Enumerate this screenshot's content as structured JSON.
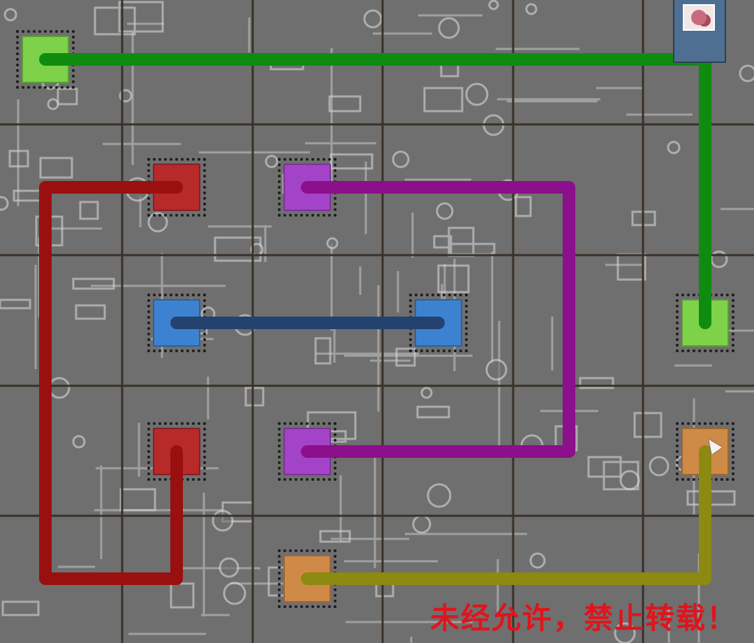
{
  "game": {
    "watermark": "未经允许，禁止转载！",
    "background": "circuit-board-grayscale",
    "grid": {
      "rows": 5,
      "cols": 6,
      "line_color": "#3a3128"
    }
  },
  "thumbnail": {
    "icon": "flower-photo-icon"
  },
  "nodes": [
    {
      "name": "node-green-top-left",
      "color": "#7dd24a",
      "cell": [
        0,
        0
      ]
    },
    {
      "name": "node-green-right",
      "color": "#7dd24a",
      "cell": [
        2,
        5
      ]
    },
    {
      "name": "node-red-top",
      "color": "#b62a2a",
      "cell": [
        1,
        1
      ]
    },
    {
      "name": "node-red-bottom",
      "color": "#b62a2a",
      "cell": [
        3,
        1
      ]
    },
    {
      "name": "node-purple-top",
      "color": "#a344c8",
      "cell": [
        1,
        2
      ]
    },
    {
      "name": "node-purple-bottom",
      "color": "#a344c8",
      "cell": [
        3,
        2
      ]
    },
    {
      "name": "node-blue-left",
      "color": "#3d82d1",
      "cell": [
        2,
        1
      ]
    },
    {
      "name": "node-blue-right",
      "color": "#3d82d1",
      "cell": [
        2,
        3
      ]
    },
    {
      "name": "node-orange-right",
      "color": "#cf8a47",
      "cell": [
        3,
        5
      ]
    },
    {
      "name": "node-orange-bottom",
      "color": "#cf8a47",
      "cell": [
        4,
        2
      ]
    }
  ],
  "paths": [
    {
      "name": "path-green",
      "color": "#0f8c0f",
      "cells": [
        [
          0,
          0
        ],
        [
          0,
          5
        ],
        [
          2,
          5
        ]
      ]
    },
    {
      "name": "path-purple",
      "color": "#8c0f8c",
      "cells": [
        [
          1,
          2
        ],
        [
          1,
          4
        ],
        [
          3,
          4
        ],
        [
          3,
          2
        ]
      ]
    },
    {
      "name": "path-blue",
      "color": "#244270",
      "cells": [
        [
          2,
          1
        ],
        [
          2,
          3
        ]
      ]
    },
    {
      "name": "path-red",
      "color": "#9a0f0f",
      "cells": [
        [
          1,
          1
        ],
        [
          1,
          0
        ],
        [
          4,
          0
        ],
        [
          4,
          1
        ],
        [
          3,
          1
        ]
      ]
    },
    {
      "name": "path-olive",
      "color": "#8c8a10",
      "cells": [
        [
          4,
          2
        ],
        [
          4,
          5
        ],
        [
          3,
          5
        ]
      ]
    }
  ]
}
